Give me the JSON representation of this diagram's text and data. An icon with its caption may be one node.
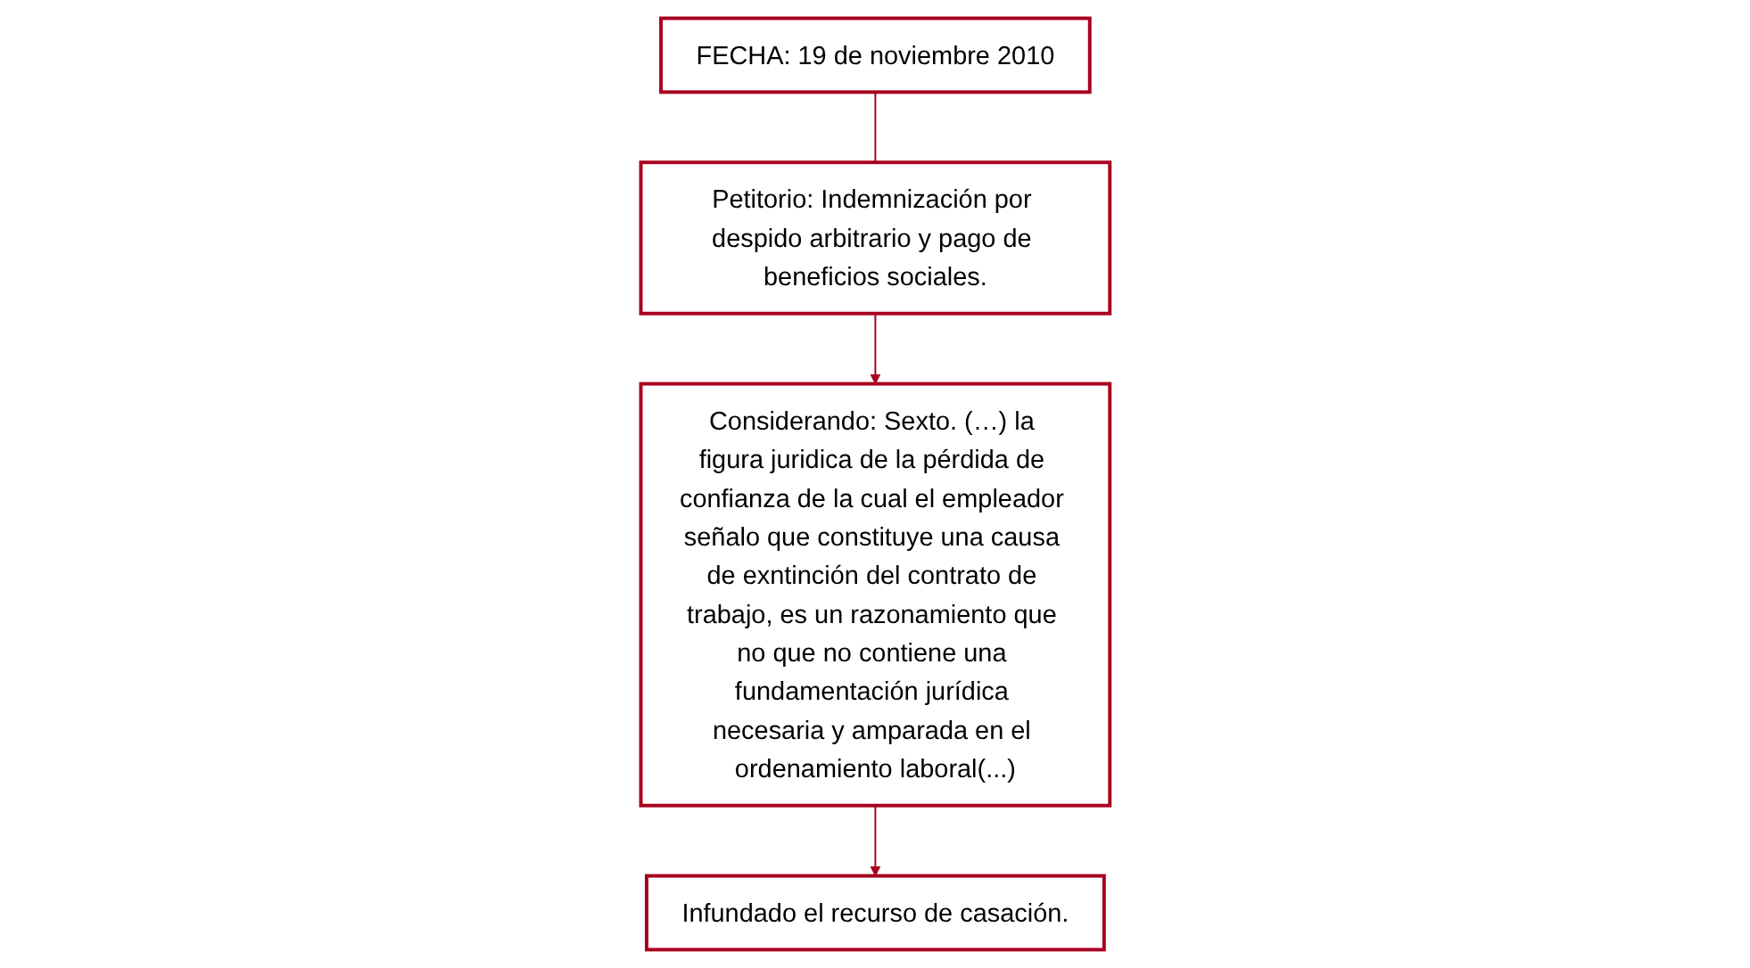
{
  "diagram": {
    "nodes": [
      {
        "text": [
          "Petitorio: Indemnización por despido arbitrario y pago de beneficios sociales."
        ]
      },
      {
        "text": [
          "FECHA: 19 de noviembre 2010"
        ]
      },
      {
        "text": [
          "Considerando: Sexto. (…) la figura juridica de la pérdida de confianza de la cual el empleador señalo que constituye una causa de exntinción del contrato de trabajo, es un razonamiento que no que no contiene una fundamentación jurídica necesaria y amparada en el ordenamiento laboral(...)"
        ]
      },
      {
        "text": [
          "Infundado el recurso de casación."
        ]
      }
    ],
    "edges": [
      {
        "from": 1,
        "to": 0,
        "arrow": "none"
      },
      {
        "from": 0,
        "to": 2,
        "arrow": "to"
      },
      {
        "from": 2,
        "to": 3,
        "arrow": "to"
      }
    ]
  }
}
